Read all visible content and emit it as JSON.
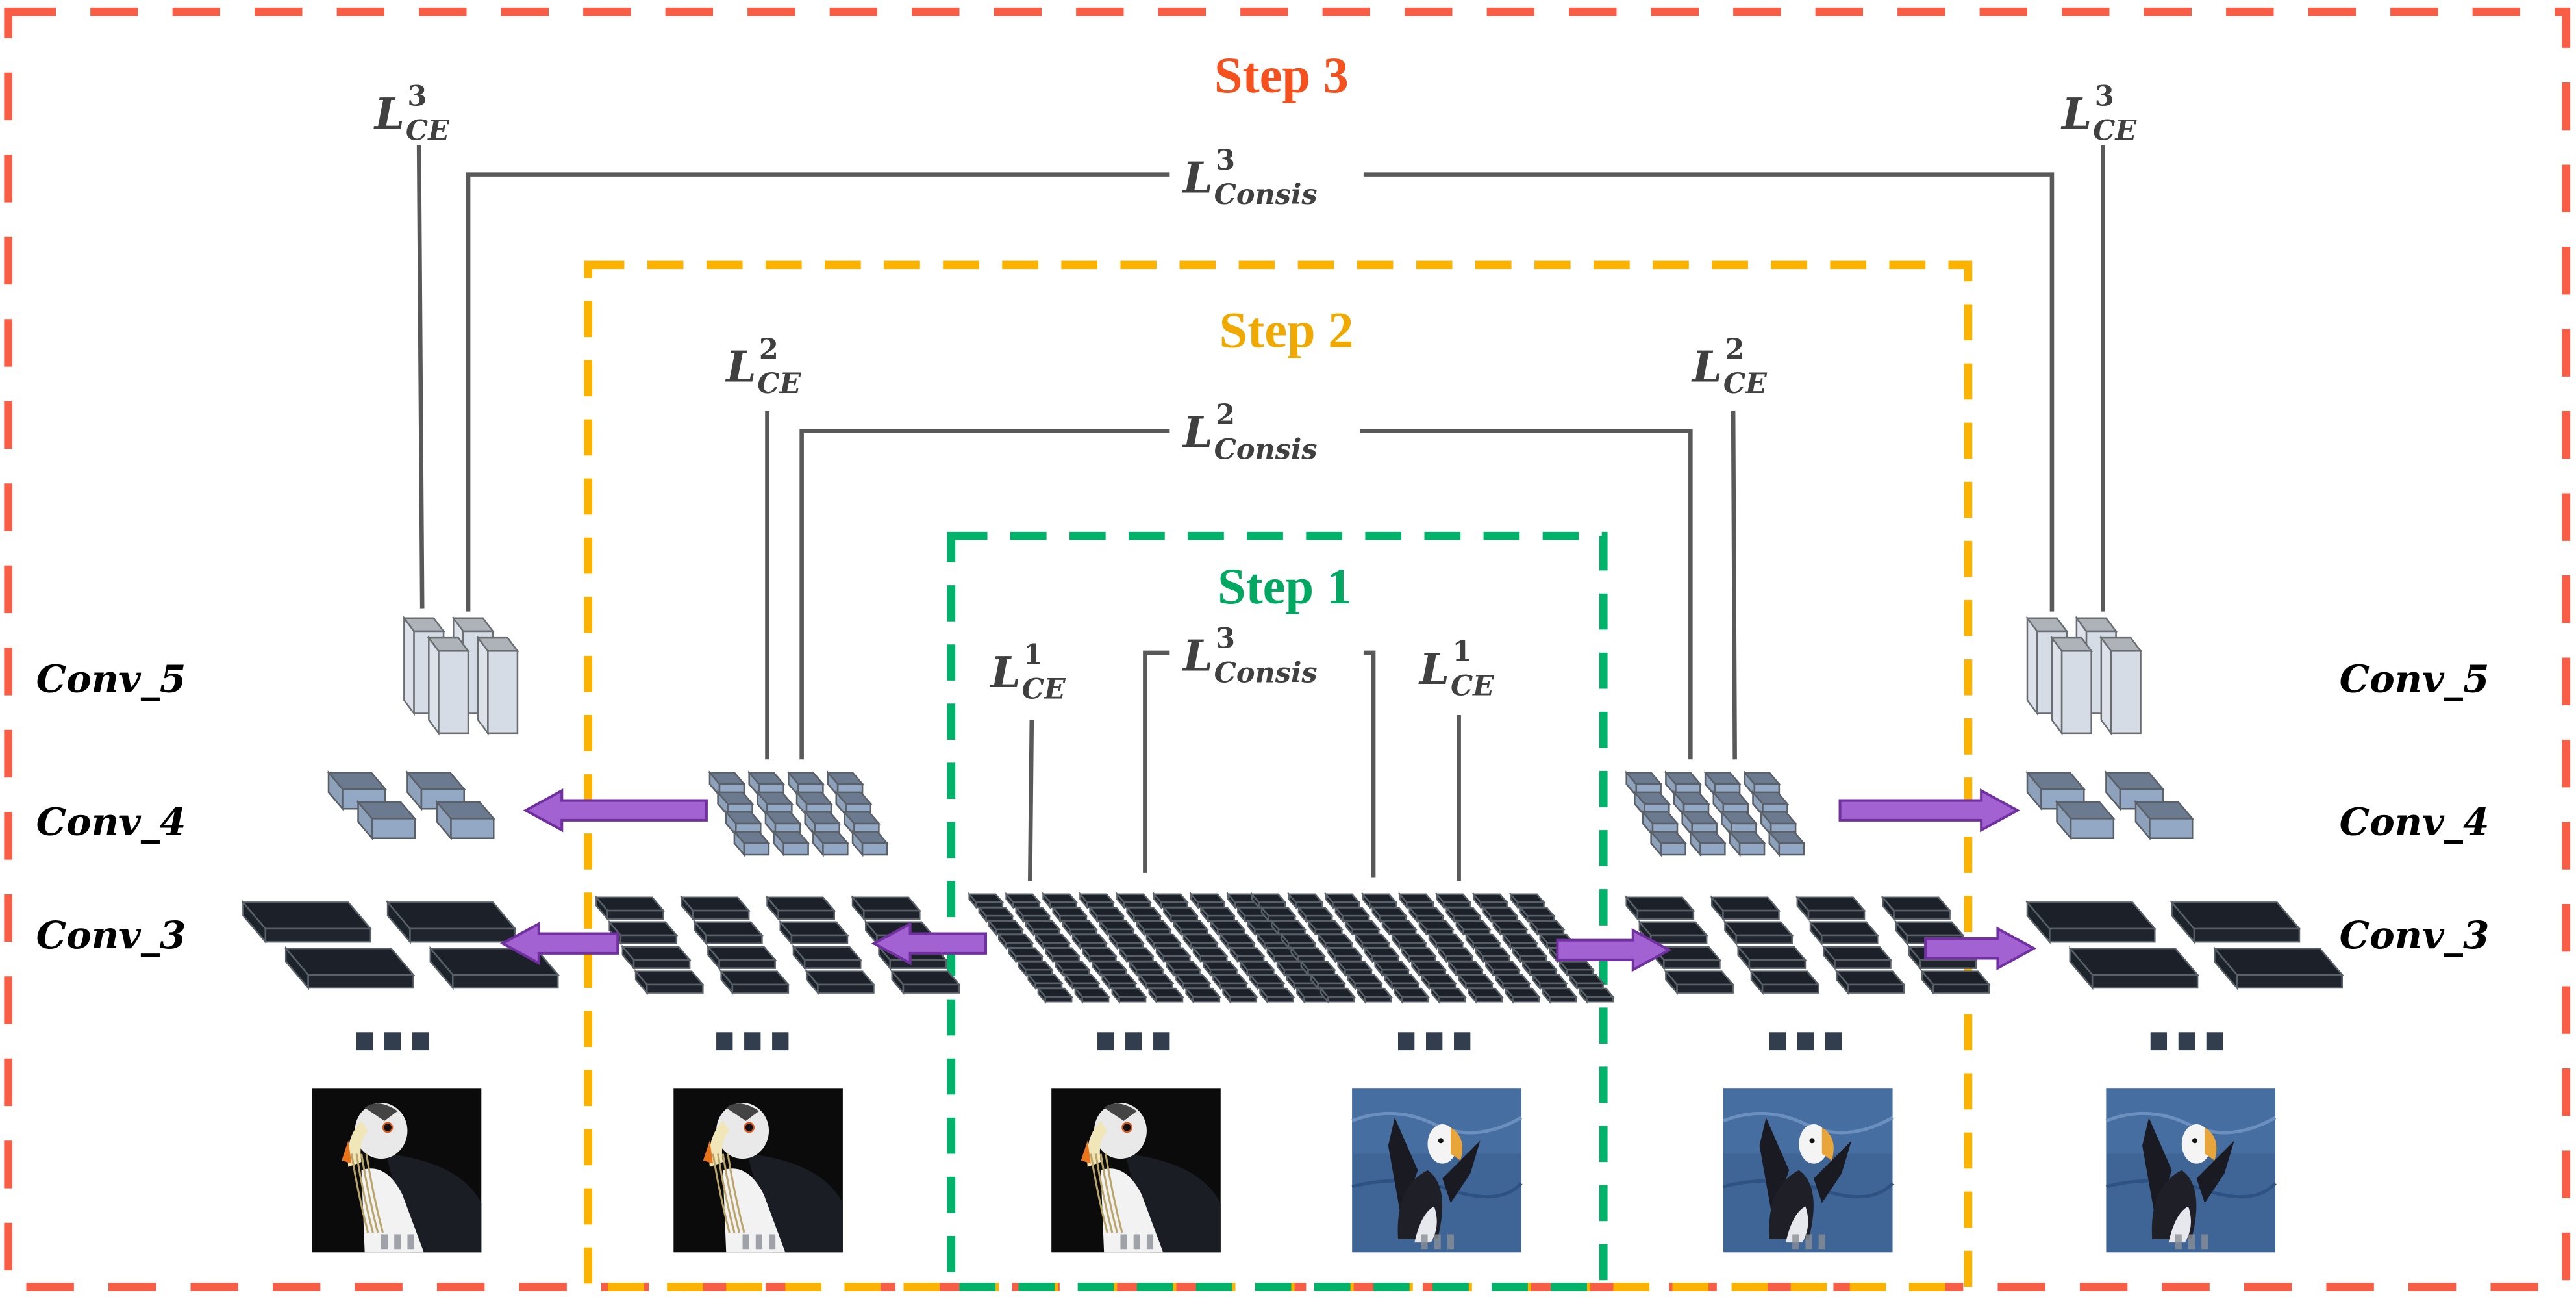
{
  "figure": {
    "colors": {
      "step3": "#F4511E",
      "step2": "#FBB300",
      "step1": "#00B36B",
      "step3_box": "#F85E46",
      "wire": "#595959",
      "loss_text": "#404040",
      "arrow_fill": "#A262D1",
      "arrow_stroke": "#7030A0",
      "conv3_block": "#1C2129",
      "conv4_block": "#8699B2",
      "conv5_block": "#D6DCE5",
      "dots": "#323D4E"
    },
    "steps": [
      {
        "label": "Step 3",
        "box": "outer"
      },
      {
        "label": "Step 2",
        "box": "middle"
      },
      {
        "label": "Step 1",
        "box": "inner"
      }
    ],
    "layer_labels": {
      "left": [
        "Conv_5",
        "Conv_4",
        "Conv_3"
      ],
      "right": [
        "Conv_5",
        "Conv_4",
        "Conv_3"
      ]
    },
    "losses": {
      "ce3_left": {
        "main": "L",
        "sup": "3",
        "sub": "CE"
      },
      "ce3_right": {
        "main": "L",
        "sup": "3",
        "sub": "CE"
      },
      "consis3": {
        "main": "L",
        "sup": "3",
        "sub": "Consis"
      },
      "ce2_left": {
        "main": "L",
        "sup": "2",
        "sub": "CE"
      },
      "ce2_right": {
        "main": "L",
        "sup": "2",
        "sub": "CE"
      },
      "consis2": {
        "main": "L",
        "sup": "2",
        "sub": "Consis"
      },
      "ce1_left": {
        "main": "L",
        "sup": "1",
        "sub": "CE"
      },
      "ce1_right": {
        "main": "L",
        "sup": "1",
        "sub": "CE"
      },
      "consis1": {
        "main": "L",
        "sup": "3",
        "sub": "Consis"
      }
    },
    "ellipsis": "■■■",
    "images": [
      {
        "subject": "puffin-dark-background"
      },
      {
        "subject": "puffin-dark-background"
      },
      {
        "subject": "puffin-dark-background"
      },
      {
        "subject": "puffin-over-water"
      },
      {
        "subject": "puffin-over-water"
      },
      {
        "subject": "puffin-over-water"
      }
    ]
  }
}
